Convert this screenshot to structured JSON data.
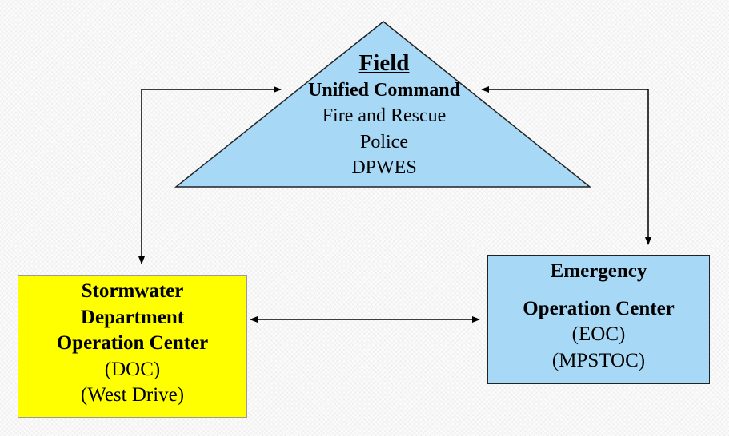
{
  "field": {
    "title": "Field",
    "subtitle": "Unified Command",
    "lines": [
      "Fire and Rescue",
      "Police",
      "DPWES"
    ]
  },
  "doc": {
    "lines_bold": [
      "Stormwater",
      "Department",
      "Operation Center"
    ],
    "lines": [
      "(DOC)",
      "(West Drive)"
    ]
  },
  "eoc": {
    "lines_bold": [
      "Emergency",
      "Operation Center"
    ],
    "lines": [
      "(EOC)",
      "(MPSTOC)"
    ]
  },
  "colors": {
    "field_fill": "#a7d9f7",
    "doc_fill": "#ffff00",
    "eoc_fill": "#a7d9f7"
  }
}
